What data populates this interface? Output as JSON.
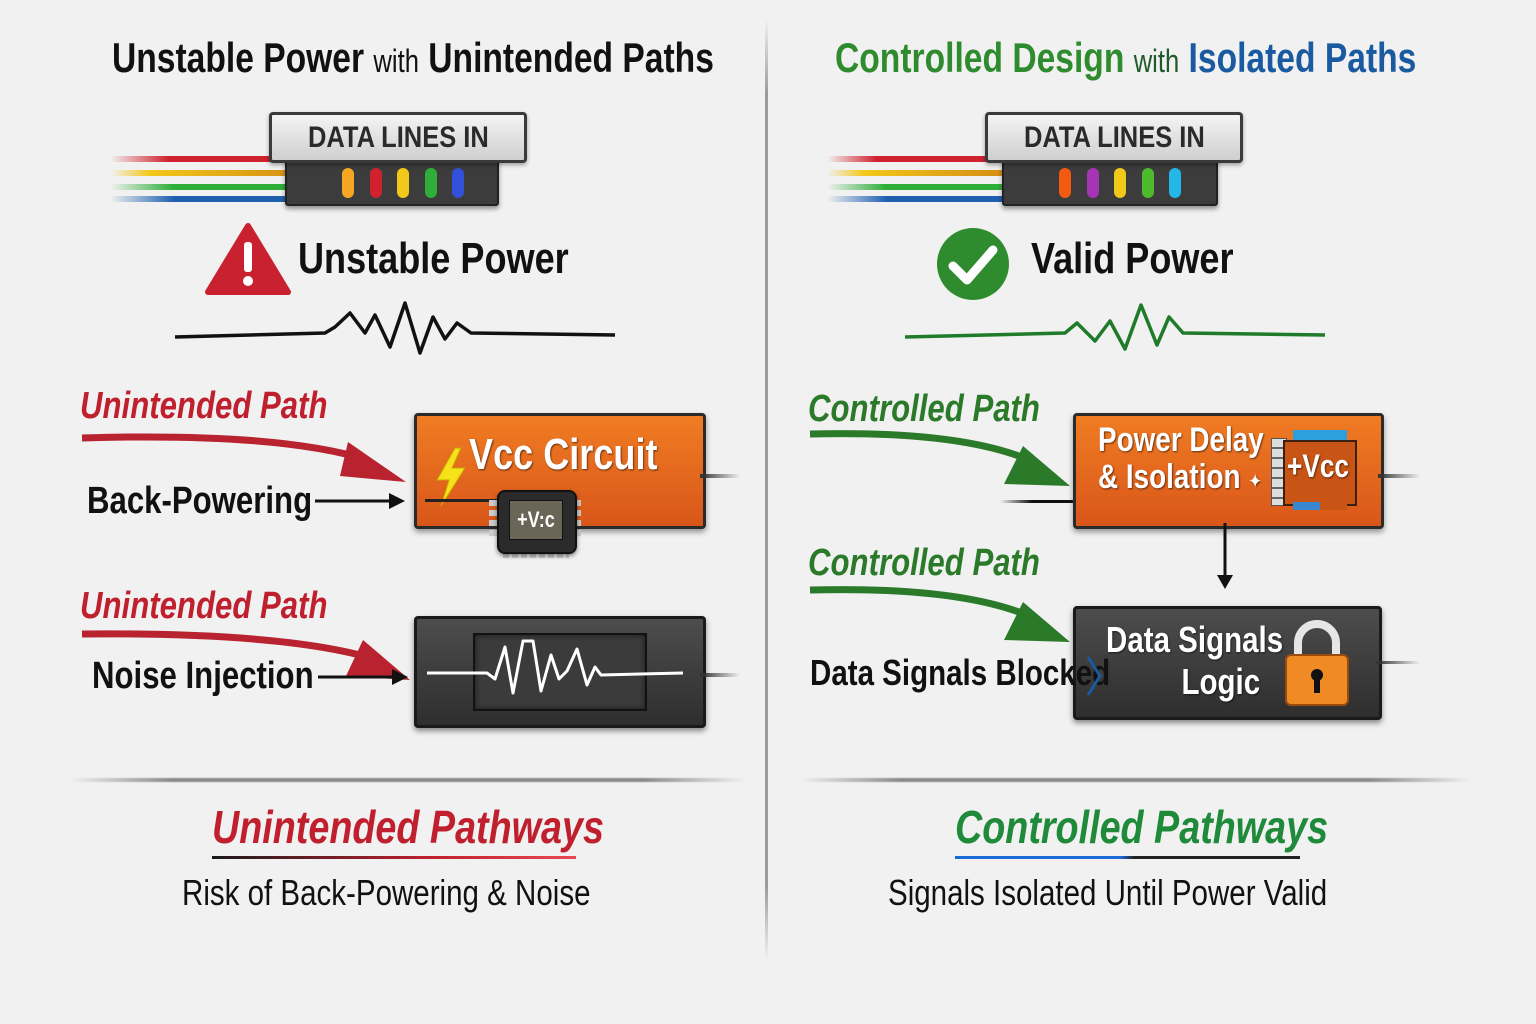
{
  "colors": {
    "danger_red": "#c0202e",
    "success_green": "#2e8b2e",
    "isolation_blue": "#1a5aa0",
    "orange": "#e8691f",
    "dark_box": "#3a3a3a",
    "background": "#f1f1f1"
  },
  "left": {
    "title": {
      "part1": "Unstable Power",
      "connector": "with",
      "part2": "Unintended Paths"
    },
    "connector": {
      "label": "DATA LINES IN",
      "pin_colors": [
        "#f5a623",
        "#d0222e",
        "#f2c81b",
        "#2fae3a",
        "#3350d8"
      ],
      "wire_colors": [
        "#d0222e",
        "#d38a12",
        "#2fae3a",
        "#1f5fb0"
      ]
    },
    "status": {
      "icon": "warning-triangle-icon",
      "text": "Unstable Power",
      "waveform_color": "#111111"
    },
    "path1": {
      "label": "Unintended Path",
      "side_label": "Back-Powering",
      "box_title": "Vcc Circuit",
      "chip_label": "+V:c",
      "icon": "lightning-bolt-icon"
    },
    "path2": {
      "label": "Unintended Path",
      "side_label": "Noise Injection",
      "icon": "noise-waveform-icon"
    },
    "footer": {
      "title": "Unintended Pathways",
      "subtitle": "Risk of Back-Powering & Noise"
    }
  },
  "right": {
    "title": {
      "part1": "Controlled Design",
      "connector": "with",
      "part2": "Isolated Paths"
    },
    "connector": {
      "label": "DATA LINES IN",
      "pin_colors": [
        "#f25a12",
        "#a535b5",
        "#f2c81b",
        "#4cba2a",
        "#23b6e6"
      ],
      "wire_colors": [
        "#d0222e",
        "#d38a12",
        "#2fae3a",
        "#1f5fb0"
      ]
    },
    "status": {
      "icon": "check-circle-icon",
      "text": "Valid Power",
      "waveform_color": "#1f7a2a"
    },
    "path1": {
      "label": "Controlled Path",
      "box_title_line1": "Power Delay",
      "box_title_line2": "& Isolation",
      "separator": "✦",
      "chip_label": "+Vcc"
    },
    "path2": {
      "label": "Controlled Path",
      "side_label": "Data Signals Blocked",
      "box_title_line1": "Data Signals",
      "box_title_line2": "Logic",
      "icon": "padlock-icon"
    },
    "footer": {
      "title": "Controlled Pathways",
      "subtitle": "Signals Isolated Until Power Valid"
    }
  }
}
